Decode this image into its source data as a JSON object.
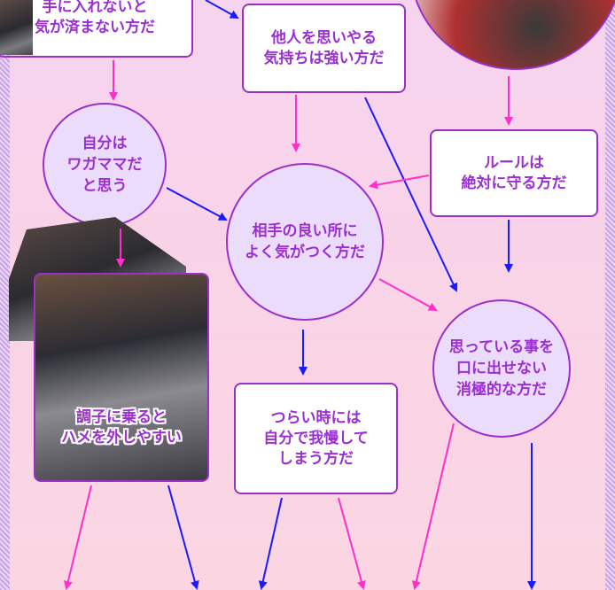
{
  "colors": {
    "pink_arrow": "#ff2fc8",
    "blue_arrow": "#1a1aff",
    "text": "#9b2fd1",
    "border": "#9b2fc7"
  },
  "nodes": {
    "top_left": [
      "手に入れないと",
      "気が済まない方だ"
    ],
    "consideration": [
      "他人を思いやる",
      "気持ちは強い方だ"
    ],
    "selfish": [
      "自分は",
      "ワガママだ",
      "と思う"
    ],
    "rules": [
      "ルールは",
      "絶対に守る方だ"
    ],
    "good_points": [
      "相手の良い所に",
      "よく気がつく方だ"
    ],
    "carried_away": [
      "調子に乗ると",
      "ハメを外しやすい"
    ],
    "passive": [
      "思っている事を",
      "口に出せない",
      "消極的な方だ"
    ],
    "endure": [
      "つらい時には",
      "自分で我慢して",
      "しまう方だ"
    ]
  }
}
